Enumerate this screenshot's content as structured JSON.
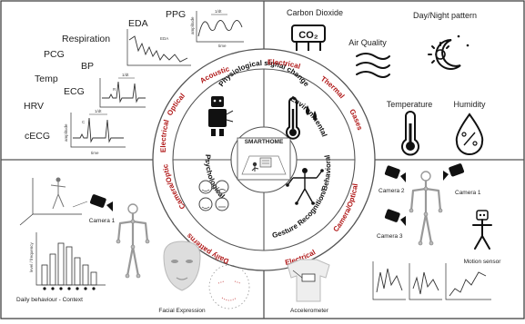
{
  "center": {
    "title": "SMARTHOME"
  },
  "inner_ring": {
    "physiological": "Physiological signal change",
    "environmental": "Environmental",
    "psychological": "Psychological",
    "gesture": "Gesture Recognition/Behavioral"
  },
  "outer_ring": {
    "acoustic": "Acoustic",
    "optical": "Optical",
    "electrical_tl": "Electrical",
    "electrical_tr": "Electrical",
    "thermal": "Thermal",
    "gases": "Gases",
    "camera_optical_bl": "Camera/Optical",
    "daily_patterns": "Daily patterns",
    "camera_optical_br": "Camera/Optical",
    "electrical_br": "Electrical"
  },
  "quadrant_tl": {
    "signals": [
      "PPG",
      "EDA",
      "Respiration",
      "PCG",
      "BP",
      "Temp",
      "ECG",
      "HRV",
      "cECG"
    ],
    "mini_labels": {
      "eda_inner": "EDA",
      "amplitude": "amplitude",
      "time": "time",
      "onset": "1/dt",
      "peak": "1/dt",
      "r": "R",
      "c": "C"
    }
  },
  "quadrant_tr": {
    "labels": [
      "Carbon Dioxide",
      "Air Quality",
      "Day/Night pattern",
      "Temperature",
      "Humidity"
    ],
    "co2_icon_text": "CO₂"
  },
  "quadrant_bl": {
    "camera": "Camera 1",
    "chart_ylabel": "level / frequency",
    "daily_behaviour": "Daily behaviour - Context",
    "facial_expression": "Facial Expression"
  },
  "quadrant_br": {
    "cameras": [
      "Camera 2",
      "Camera 1",
      "Camera 3"
    ],
    "motion_sensor": "Motion sensor",
    "accelerometer": "Accelerometer"
  },
  "icons": {
    "co2": "co2-cloud-icon",
    "air": "air-quality-icon",
    "daynight": "sun-moon-icon",
    "thermometer": "thermometer-icon",
    "humidity": "water-drop-icon",
    "camera": "video-camera-icon",
    "robot": "robot-icon",
    "smiley": "emotion-face-icon",
    "person": "stick-figure-icon"
  }
}
